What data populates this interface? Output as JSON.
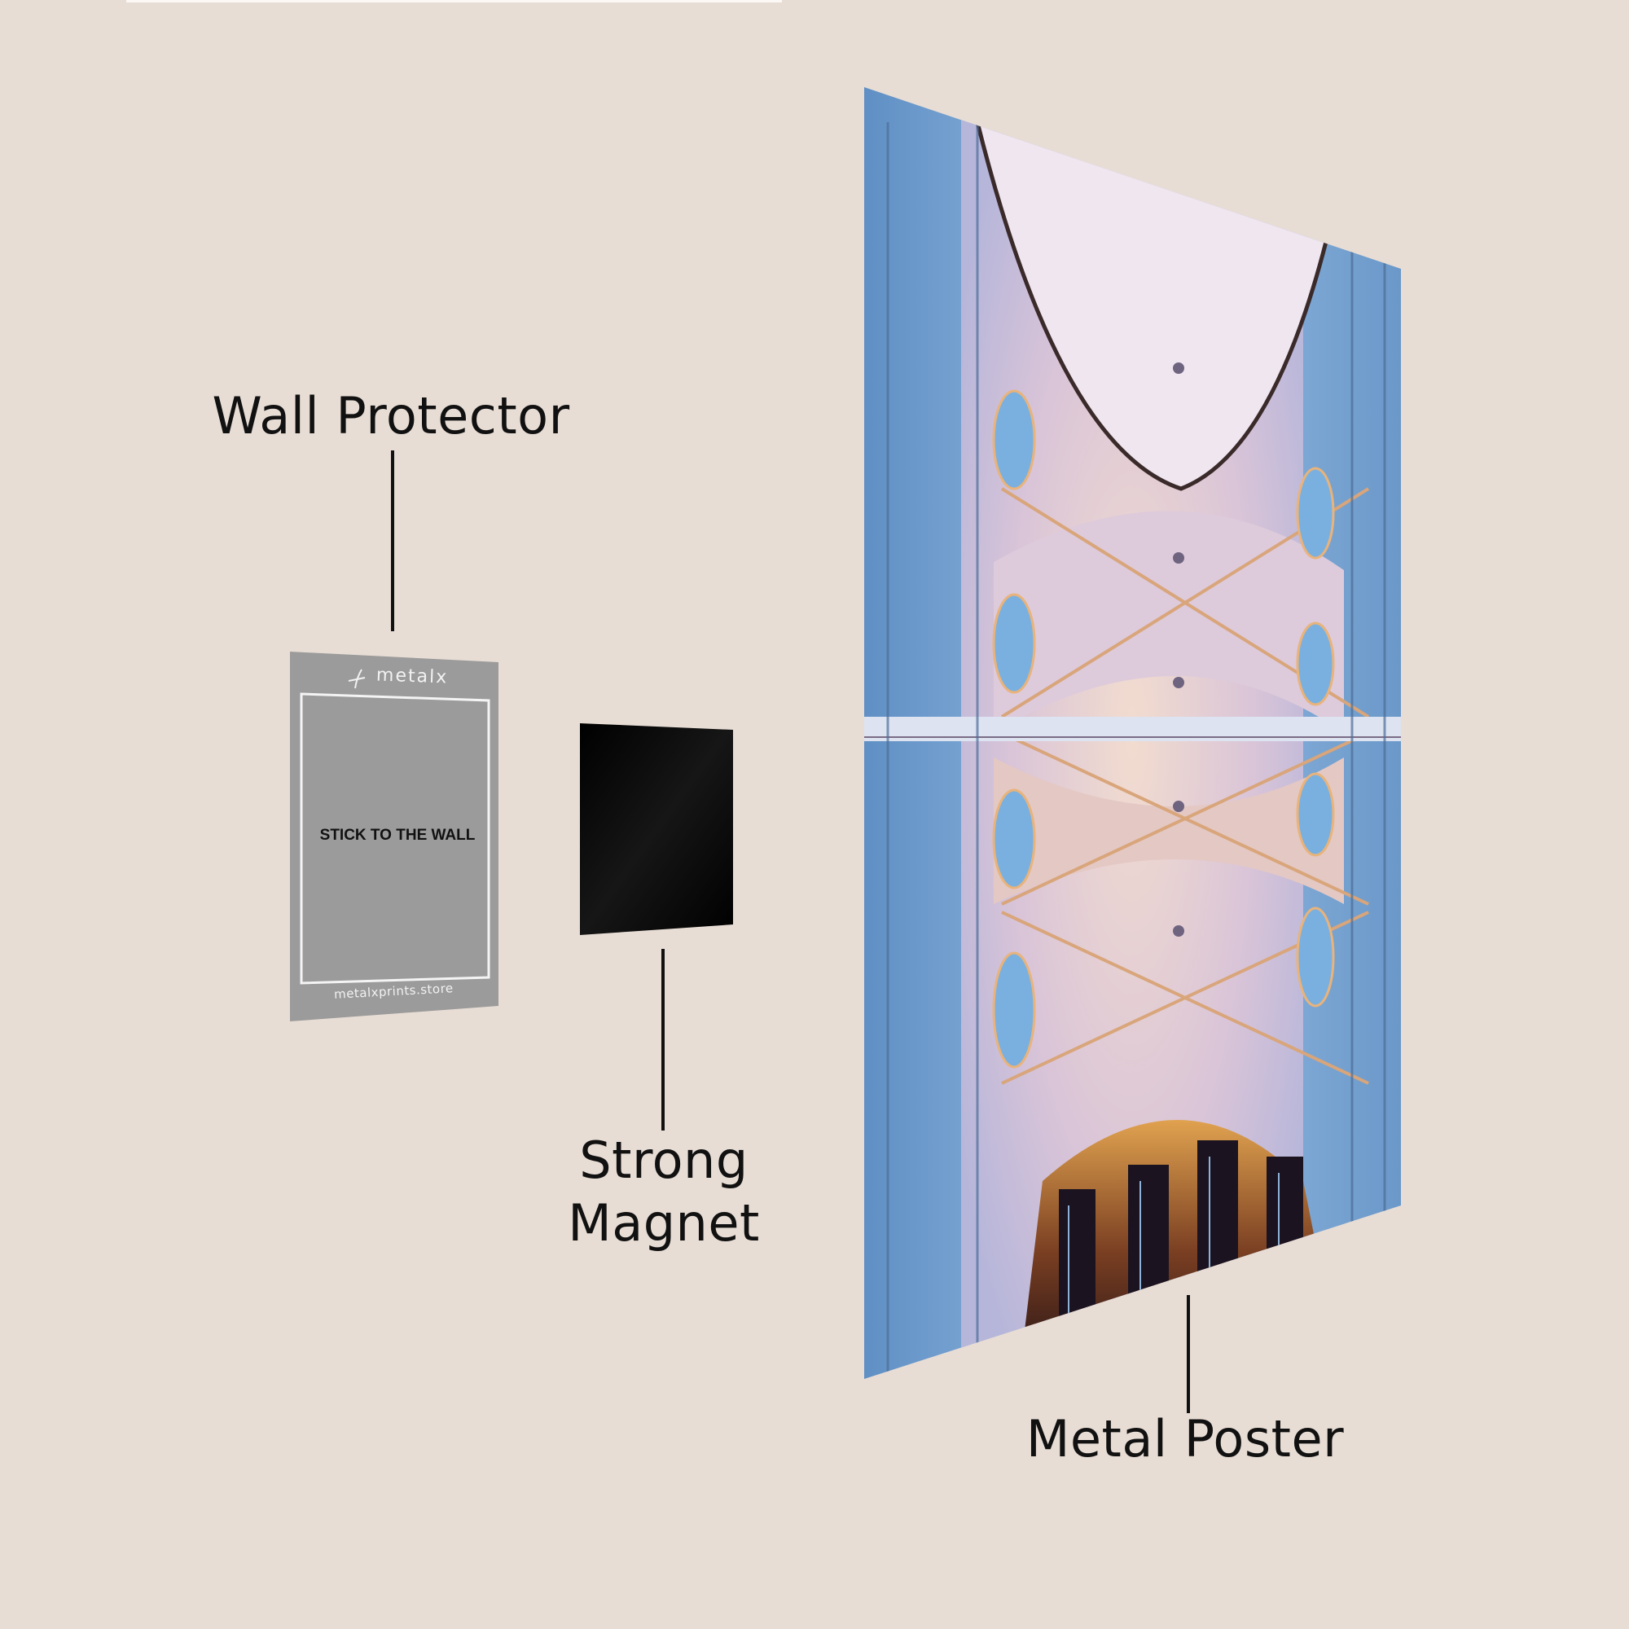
{
  "labels": {
    "wall_protector": "Wall Protector",
    "strong_magnet_line1": "Strong",
    "strong_magnet_line2": "Magnet",
    "metal_poster": "Metal Poster"
  },
  "wall_protector_card": {
    "brand": "metalx",
    "instruction": "STICK TO THE WALL",
    "website": "metalxprints.store"
  },
  "colors": {
    "background": "#e8ddd5",
    "protector_gray": "#9b9b9b",
    "magnet_black": "#050505",
    "label_text": "#111111"
  },
  "poster": {
    "subject": "cathedral vaulted ceiling"
  }
}
